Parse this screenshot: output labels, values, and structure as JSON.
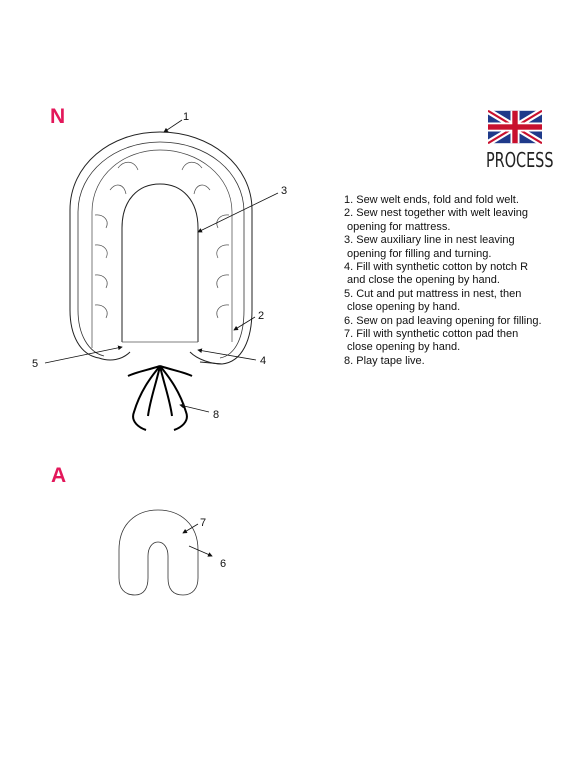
{
  "diagram": {
    "section_n_letter": "N",
    "section_a_letter": "A",
    "accent_color": "#e3175a",
    "flag_icon": "union-jack-flag-icon",
    "process_title": "PROCESS",
    "steps": [
      "1. Sew welt ends, fold and fold welt.",
      "2. Sew nest together with welt leaving",
      " opening for mattress.",
      "3. Sew auxiliary line in nest leaving",
      " opening for filling and turning.",
      "4. Fill with synthetic cotton by notch R",
      " and close the opening by hand.",
      "5. Cut and put mattress in nest, then",
      " close opening by hand.",
      "6. Sew on pad leaving opening for filling.",
      "7. Fill with synthetic cotton pad then",
      " close opening by hand.",
      "8. Play tape live."
    ],
    "callouts": {
      "c1": "1",
      "c2": "2",
      "c3": "3",
      "c4": "4",
      "c5": "5",
      "c6": "6",
      "c7": "7",
      "c8": "8"
    }
  }
}
